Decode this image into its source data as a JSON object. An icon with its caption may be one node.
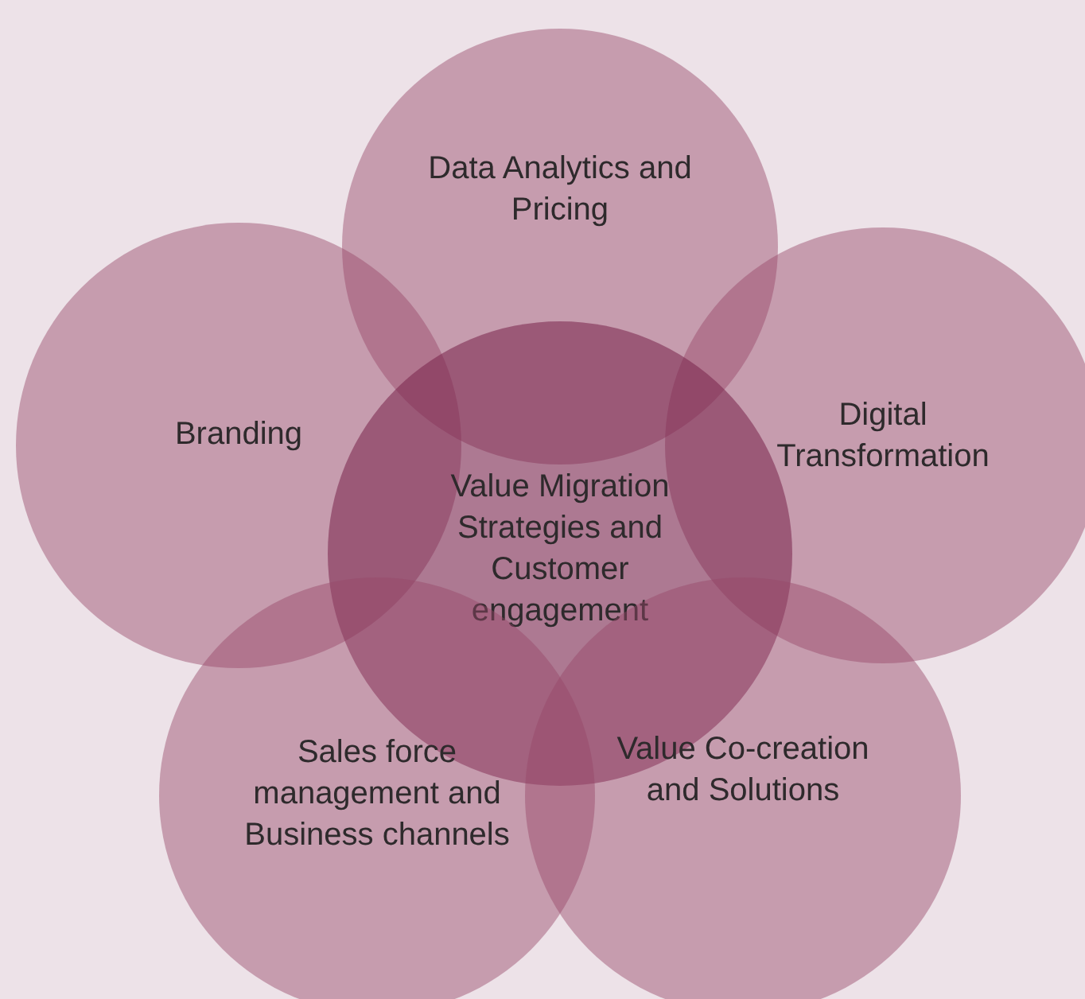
{
  "diagram": {
    "nodes": [
      {
        "text": [
          "Data Analytics and Pricing"
        ]
      },
      {
        "text": [
          "Branding"
        ]
      },
      {
        "text": [
          "Digital Transformation"
        ]
      },
      {
        "text": [
          "Value Migration Strategies and Customer engagement"
        ]
      },
      {
        "text": [
          "Sales force management and Business channels"
        ]
      },
      {
        "text": [
          "Value Co-creation and Solutions"
        ]
      }
    ]
  }
}
